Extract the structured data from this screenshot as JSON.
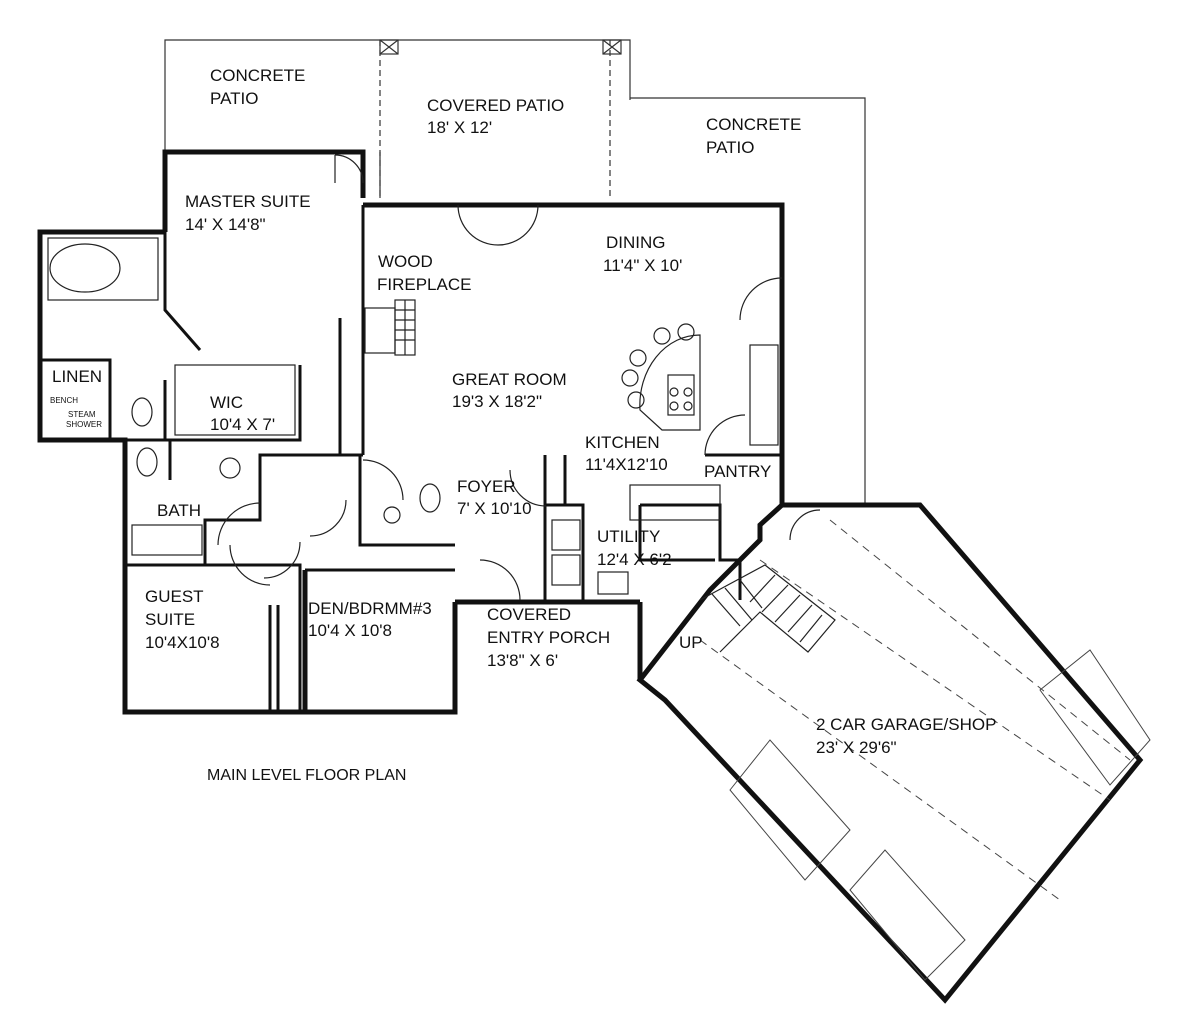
{
  "title": "MAIN LEVEL FLOOR PLAN",
  "rooms": {
    "concrete_patio_left": {
      "line1": "CONCRETE",
      "line2": "PATIO"
    },
    "covered_patio": {
      "name": "COVERED PATIO",
      "dims": "18' X 12'"
    },
    "concrete_patio_right": {
      "line1": "CONCRETE",
      "line2": "PATIO"
    },
    "master_suite": {
      "name": "MASTER SUITE",
      "dims": "14' X 14'8\""
    },
    "dining": {
      "name": "DINING",
      "dims": "11'4\" X 10'"
    },
    "wood_fireplace": {
      "line1": "WOOD",
      "line2": "FIREPLACE"
    },
    "great_room": {
      "name": "GREAT ROOM",
      "dims": "19'3 X 18'2\""
    },
    "linen": {
      "name": "LINEN"
    },
    "steam_shower": {
      "line1": "STEAM",
      "line2": "SHOWER",
      "bench": "BENCH"
    },
    "wic": {
      "name": "WIC",
      "dims": "10'4 X 7'"
    },
    "kitchen": {
      "name": "KITCHEN",
      "dims": "11'4X12'10"
    },
    "pantry": {
      "name": "PANTRY"
    },
    "foyer": {
      "name": "FOYER",
      "dims": "7' X 10'10"
    },
    "bath": {
      "name": "BATH"
    },
    "utility": {
      "name": "UTILITY",
      "dims": "12'4 X 6'2"
    },
    "guest_suite": {
      "line1": "GUEST",
      "line2": "SUITE",
      "dims": "10'4X10'8"
    },
    "den": {
      "name": "DEN/BDRMM#3",
      "dims": "10'4 X 10'8"
    },
    "entry_porch": {
      "line1": "COVERED",
      "line2": "ENTRY PORCH",
      "dims": "13'8\" X 6'"
    },
    "stairs": {
      "label": "UP"
    },
    "garage": {
      "name": "2 CAR GARAGE/SHOP",
      "dims": "23' X 29'6\""
    }
  },
  "colors": {
    "wall": "#111111",
    "line": "#222222",
    "paper": "#ffffff"
  }
}
